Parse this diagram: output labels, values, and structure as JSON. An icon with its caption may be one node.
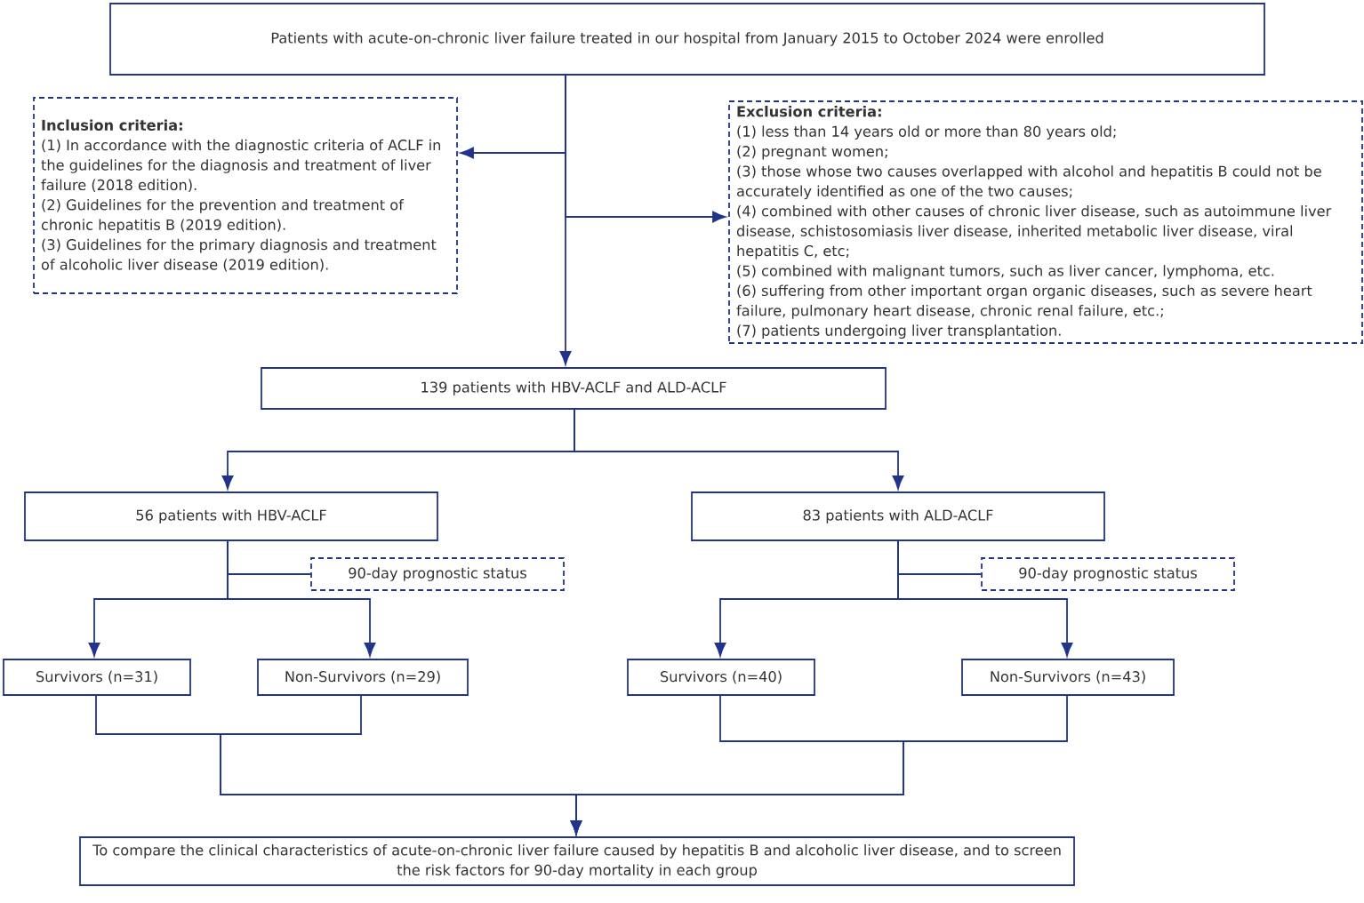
{
  "diagram": {
    "nodes": [
      {
        "text": [
          "Patients with acute-on-chronic liver failure treated in our hospital from January 2015 to October 2024 were enrolled"
        ]
      },
      {
        "text": [
          "Inclusion criteria:",
          "(1) In accordance with the diagnostic criteria of ACLF in the guidelines for the diagnosis and treatment of liver failure (2018 edition).",
          "(2) Guidelines for the prevention and treatment of chronic hepatitis B (2019 edition).",
          "(3) Guidelines for the primary diagnosis and treatment of alcoholic liver disease (2019 edition)."
        ]
      },
      {
        "text": [
          "Exclusion criteria:",
          "(1) less than 14 years old or more than 80 years old;",
          "(2) pregnant women;",
          "(3) those whose two causes overlapped with alcohol and hepatitis B could not be accurately identified as one of the two causes;",
          "(4) combined with other causes of chronic liver disease, such as autoimmune liver disease, schistosomiasis liver disease, inherited metabolic liver disease, viral hepatitis C, etc;",
          "(5) combined with malignant tumors, such as liver cancer, lymphoma, etc.",
          "(6) suffering from other important organ organic diseases, such as severe heart failure, pulmonary heart disease, chronic renal failure, etc.;",
          "(7) patients undergoing liver transplantation."
        ]
      },
      {
        "text": [
          "139 patients with HBV-ACLF and ALD-ACLF"
        ]
      },
      {
        "text": [
          "56 patients with HBV-ACLF"
        ]
      },
      {
        "text": [
          "83 patients with ALD-ACLF"
        ]
      },
      {
        "text": [
          "90-day prognostic status"
        ]
      },
      {
        "text": [
          "90-day prognostic status"
        ]
      },
      {
        "text": [
          "Survivors (n=31)"
        ]
      },
      {
        "text": [
          "Non-Survivors (n=29)"
        ]
      },
      {
        "text": [
          "Survivors (n=40)"
        ]
      },
      {
        "text": [
          "Non-Survivors (n=43)"
        ]
      },
      {
        "text": [
          "To compare the clinical characteristics of acute-on-chronic liver failure caused by hepatitis B and alcoholic liver disease, and to screen the risk factors for 90-day mortality in each group"
        ]
      }
    ],
    "edges": [
      {
        "from": 0,
        "to": 1,
        "arrow": "to"
      },
      {
        "from": 0,
        "to": 2,
        "arrow": "to"
      },
      {
        "from": 0,
        "to": 3,
        "arrow": "to"
      },
      {
        "from": 3,
        "to": 4,
        "arrow": "to"
      },
      {
        "from": 3,
        "to": 5,
        "arrow": "to"
      },
      {
        "from": 4,
        "to": 6,
        "arrow": "none"
      },
      {
        "from": 4,
        "to": 8,
        "arrow": "to"
      },
      {
        "from": 4,
        "to": 9,
        "arrow": "to"
      },
      {
        "from": 5,
        "to": 7,
        "arrow": "none"
      },
      {
        "from": 5,
        "to": 10,
        "arrow": "to"
      },
      {
        "from": 5,
        "to": 11,
        "arrow": "to"
      },
      {
        "from": 8,
        "to": 12,
        "arrow": "to"
      },
      {
        "from": 9,
        "to": 12,
        "arrow": "to"
      },
      {
        "from": 10,
        "to": 12,
        "arrow": "to"
      },
      {
        "from": 11,
        "to": 12,
        "arrow": "to"
      }
    ]
  }
}
